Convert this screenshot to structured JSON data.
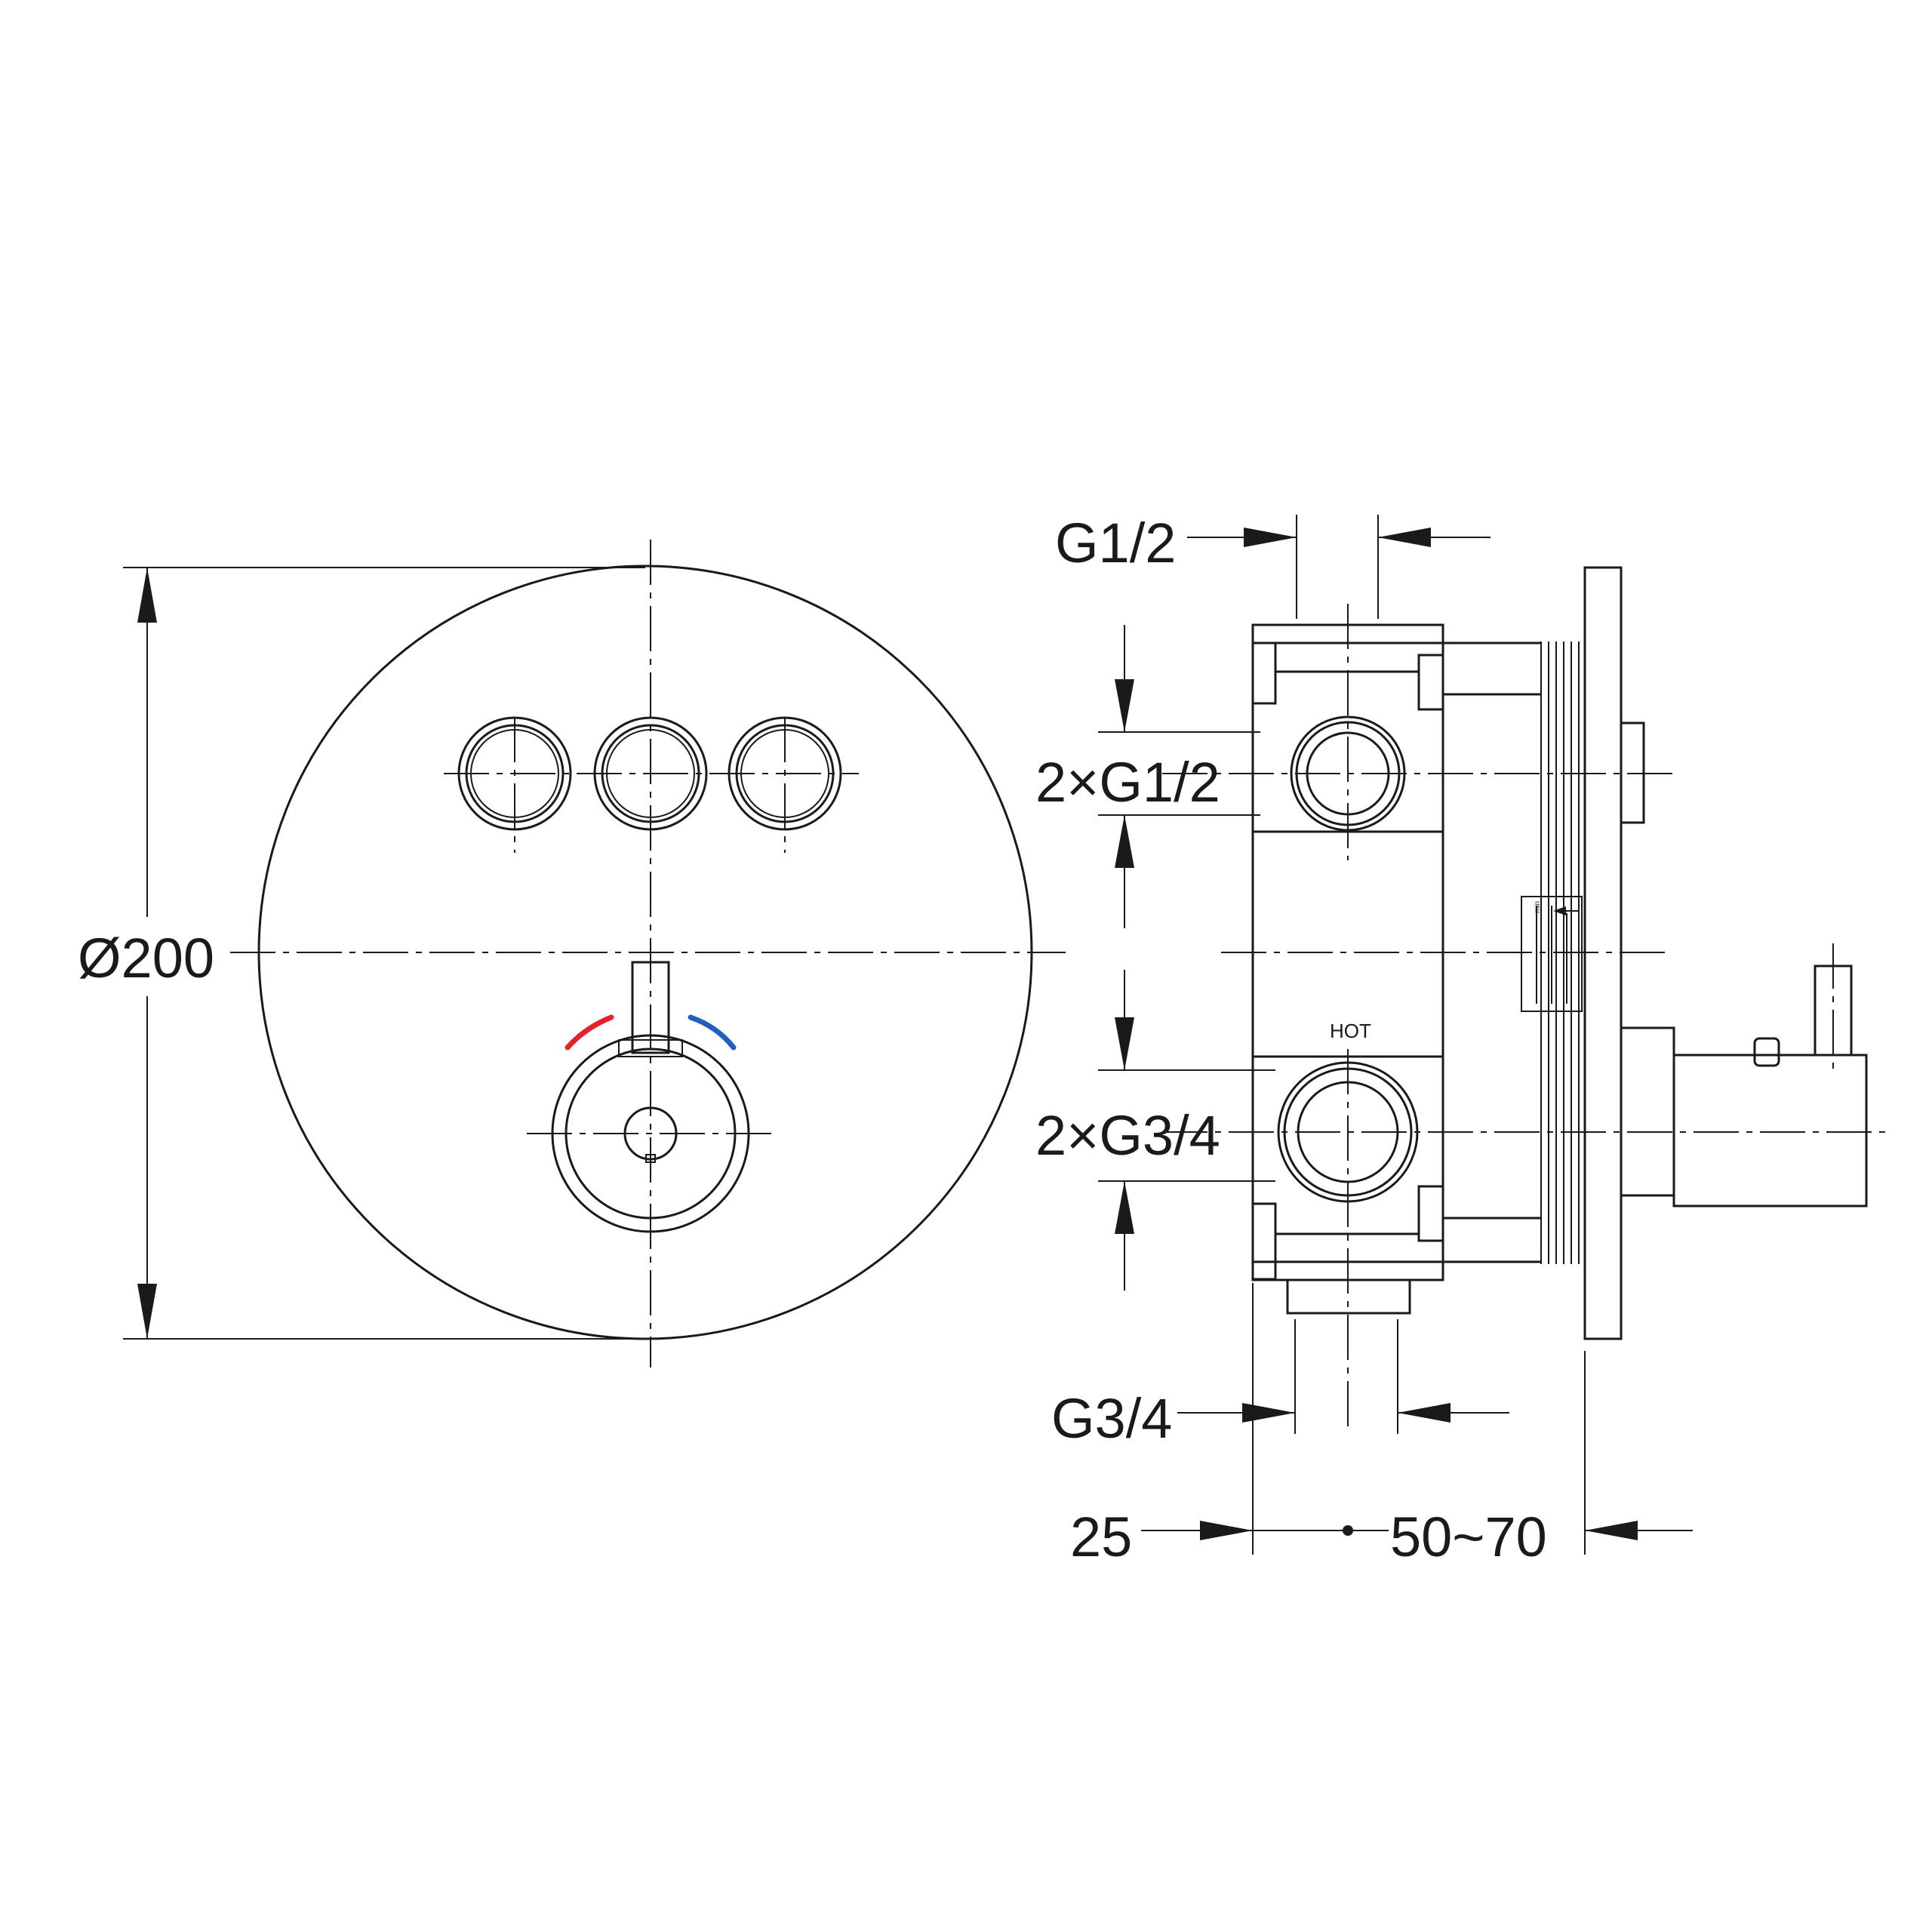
{
  "labels": {
    "diameter": "Ø200",
    "outlet_top_width": "G1/2",
    "outlet_mid": "2×G1/2",
    "inlet_hot": "2×G3/4",
    "inlet_bottom_width": "G3/4",
    "depth_body": "25",
    "depth_install": "50~70",
    "hot_marker": "HOT",
    "min_marker": "min"
  },
  "colors": {
    "line": "#1a1a1a",
    "hot_indicator": "#e8202a",
    "cold_indicator": "#1f5fbf"
  }
}
